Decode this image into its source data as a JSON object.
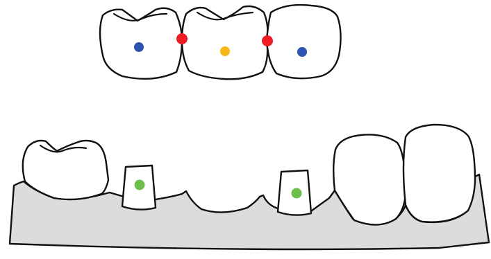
{
  "diagram": {
    "colors": {
      "gum": "#dcdcdc",
      "outline": "#111111",
      "tooth": "#ffffff",
      "contact_point": "#ee1c25",
      "pontic_marker": "#f6b817",
      "retainer_marker": "#2f53b0",
      "abutment_marker": "#6cc04a"
    },
    "bridge": {
      "units": [
        {
          "role": "retainer-crown",
          "marker": "retainer_marker"
        },
        {
          "role": "pontic",
          "marker": "pontic_marker"
        },
        {
          "role": "retainer-crown",
          "marker": "retainer_marker"
        }
      ],
      "contact_points": 2
    },
    "arch": {
      "elements": [
        {
          "role": "natural-molar",
          "marker": null
        },
        {
          "role": "prepared-abutment",
          "marker": "abutment_marker"
        },
        {
          "role": "edentulous-ridge",
          "marker": null
        },
        {
          "role": "prepared-abutment",
          "marker": "abutment_marker"
        },
        {
          "role": "natural-premolar",
          "marker": null
        },
        {
          "role": "natural-premolar",
          "marker": null
        }
      ]
    }
  }
}
